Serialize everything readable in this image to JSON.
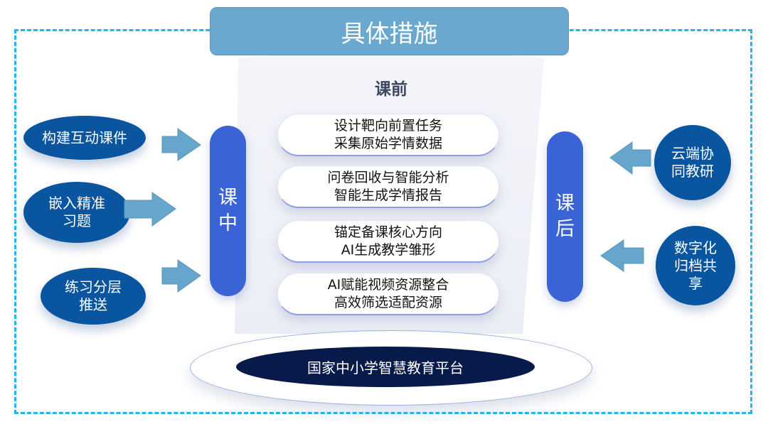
{
  "title": "具体措施",
  "pre_class": {
    "label": "课前",
    "items": [
      {
        "line1": "设计靶向前置任务",
        "line2": "采集原始学情数据"
      },
      {
        "line1": "问卷回收与智能分析",
        "line2": "智能生成学情报告"
      },
      {
        "line1": "锚定备课核心方向",
        "line2": "AI生成教学雏形"
      },
      {
        "line1": "AI赋能视频资源整合",
        "line2": "高效筛选适配资源"
      }
    ]
  },
  "in_class": {
    "label_chars": [
      "课",
      "中"
    ],
    "inputs": [
      {
        "lines": [
          "构建互动课件"
        ]
      },
      {
        "lines": [
          "嵌入精准",
          "习题"
        ]
      },
      {
        "lines": [
          "练习分层",
          "推送"
        ]
      }
    ]
  },
  "after_class": {
    "label_chars": [
      "课",
      "后"
    ],
    "inputs": [
      {
        "lines": [
          "云端协",
          "同教研"
        ]
      },
      {
        "lines": [
          "数字化",
          "归档共",
          "享"
        ]
      }
    ]
  },
  "platform": "国家中小学智慧教育平台",
  "colors": {
    "dashed_border": "#1fb6f2",
    "title_bg": "#6aa8cf",
    "phase_bar": "#3a63d6",
    "oval": "#0a55a0",
    "arrow": "#66a6cc",
    "platform": "#071a4a"
  }
}
